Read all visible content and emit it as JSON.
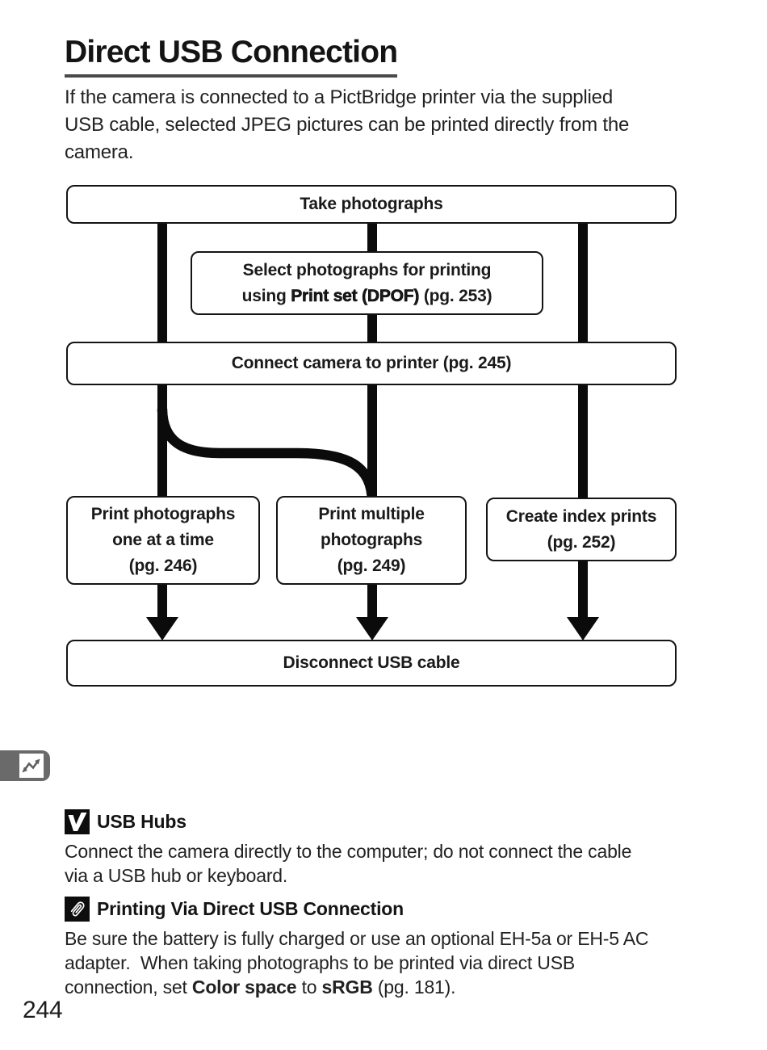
{
  "page": {
    "title": "Direct USB Connection",
    "intro_lines": [
      "If the camera is connected to a PictBridge printer via the supplied",
      "USB cable, selected JPEG pictures can be printed directly from the",
      "camera."
    ],
    "page_number": "244"
  },
  "flowchart": {
    "take_box": "Take photographs",
    "select_box": {
      "line1": "Select photographs for printing",
      "line2_pre": "using ",
      "line2_strong": "Print set (DPOF)",
      "line2_post": " (pg. 253)"
    },
    "connect_box": "Connect camera to printer (pg. 245)",
    "print_one_lines": [
      "Print photographs",
      "one at a time",
      "(pg. 246)"
    ],
    "print_multi_lines": [
      "Print multiple",
      "photographs",
      "(pg. 249)"
    ],
    "index_lines": [
      "Create index prints",
      "(pg. 252)"
    ],
    "disconnect_box": "Disconnect USB cable"
  },
  "sidebar_tab": {
    "icon": "connection-zigzag-arrow-icon",
    "tab_color": "#6a6a6a"
  },
  "note_usb_hubs": {
    "icon": "checkmark-caution-icon",
    "title": "USB Hubs",
    "body_lines": [
      "Connect the camera directly to the computer; do not connect the cable",
      "via a USB hub or keyboard."
    ]
  },
  "note_printing": {
    "icon": "paperclip-note-icon",
    "title": "Printing Via Direct USB Connection",
    "body_line1": "Be sure the battery is fully charged or use an optional EH-5a or EH-5 AC",
    "body_line2": "adapter.  When taking photographs to be printed via direct USB",
    "body_line3_pre": "connection, set ",
    "body_line3_strong1": "Color space",
    "body_line3_mid": " to ",
    "body_line3_strong2": "sRGB",
    "body_line3_post": " (pg. 181)."
  },
  "colors": {
    "ink": "#111111",
    "tab_gray": "#6a6a6a",
    "title_underline": "#4a4a4a",
    "page_bg": "#ffffff"
  }
}
